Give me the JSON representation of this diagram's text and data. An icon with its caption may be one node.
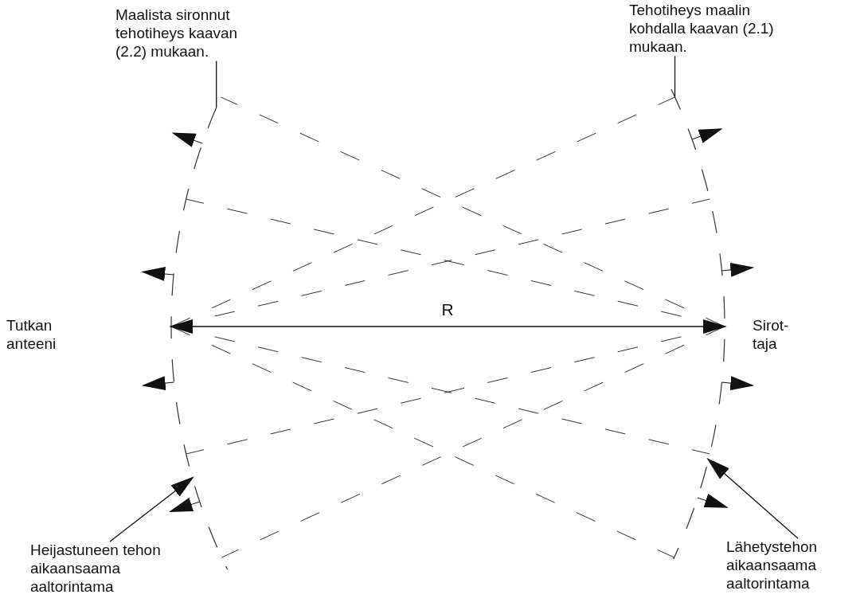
{
  "diagram": {
    "nodes": [
      {
        "text": [
          "Tutkan anteeni"
        ]
      },
      {
        "text": [
          "Sirot- taja"
        ]
      },
      {
        "text": [
          "Maalista sironnut tehotiheys kaavan (2.2) mukaan."
        ]
      },
      {
        "text": [
          "Tehotiheys maalin kohdalla kaavan (2.1) mukaan."
        ]
      },
      {
        "text": [
          "Heijastuneen tehon aikaansaama aaltorintama"
        ]
      },
      {
        "text": [
          "Lähetystehon aikaansaama aaltorintama"
        ]
      },
      {
        "text": [],
        "shape": "arc"
      },
      {
        "text": [],
        "shape": "arc"
      }
    ],
    "edges": [
      {
        "from": 2,
        "to": 6,
        "arrow": "none"
      },
      {
        "from": 3,
        "to": 7,
        "arrow": "none"
      },
      {
        "from": 4,
        "to": 6,
        "arrow": "to"
      },
      {
        "from": 5,
        "to": 7,
        "arrow": "to"
      },
      {
        "from": 6,
        "to": 7,
        "arrow": "both",
        "label": "R"
      }
    ]
  }
}
